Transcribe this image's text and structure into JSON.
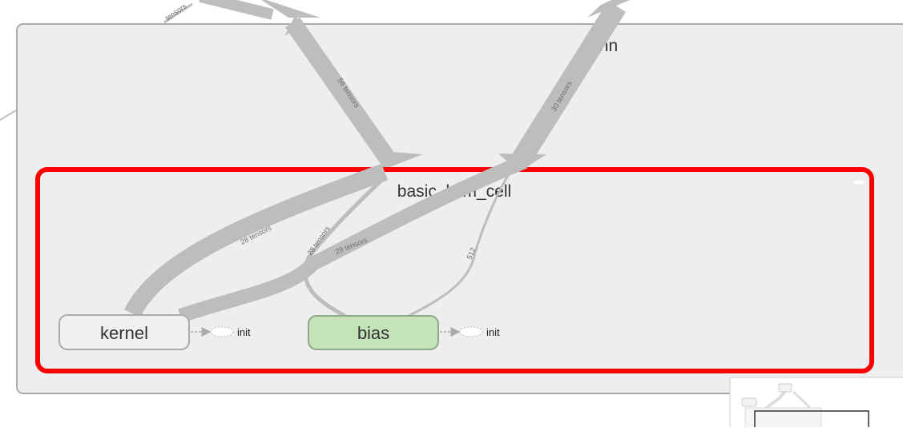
{
  "graph": {
    "outer_group": {
      "label": "rnn"
    },
    "inner_group": {
      "label": "basic_lstm_cell"
    },
    "nodes": {
      "kernel": {
        "label": "kernel",
        "init_label": "init"
      },
      "bias": {
        "label": "bias",
        "init_label": "init"
      }
    },
    "edges": {
      "top_left_partial": "tensors",
      "incoming_56": "56 tensors",
      "outgoing_30": "30 tensors",
      "kernel_28": "28 tensors",
      "bias_28": "28 tensors",
      "kernel_29": "29 tensors",
      "bias_512": "512"
    },
    "colors": {
      "selection_outline": "#ff0000",
      "edge": "#bdbdbd",
      "group_fill": "#eeeeee",
      "bias_fill": "#c5e3b8"
    }
  }
}
